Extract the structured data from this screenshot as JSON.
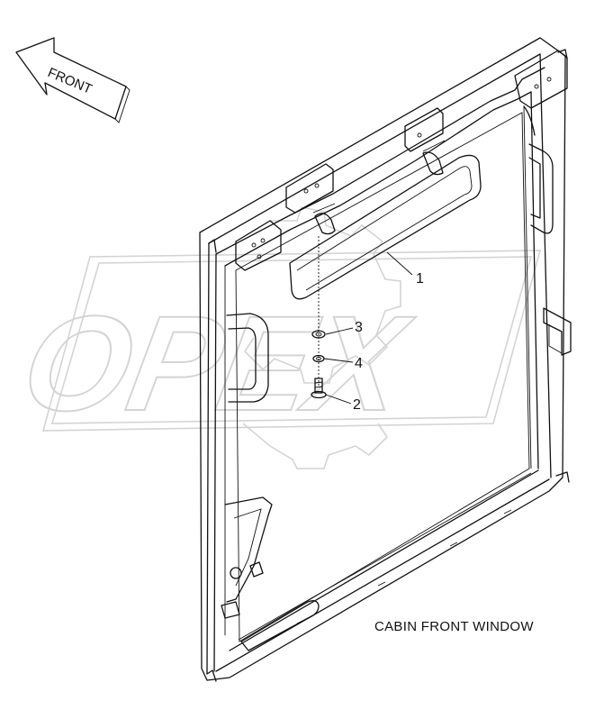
{
  "direction_label": "FRONT",
  "caption": "CABIN FRONT WINDOW",
  "watermark": "OPEX",
  "callouts": [
    {
      "id": "callout-1",
      "label": "1"
    },
    {
      "id": "callout-2",
      "label": "2"
    },
    {
      "id": "callout-3",
      "label": "3"
    },
    {
      "id": "callout-4",
      "label": "4"
    }
  ],
  "parts": [
    "mirror",
    "bolt",
    "washer",
    "nut"
  ]
}
